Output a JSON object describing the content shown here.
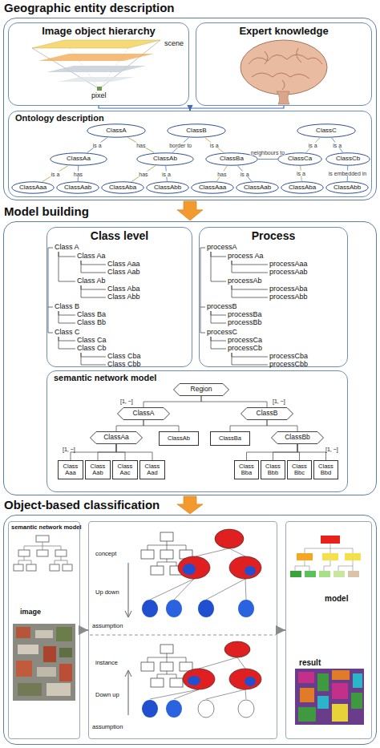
{
  "diagram": {
    "nodes": [
      {
        "text": [
          "Geographic entity description"
        ]
      },
      {
        "text": [
          "Image object hierarchy"
        ],
        "in": 0
      },
      {
        "text": [
          "Expert knowledge"
        ],
        "in": 0
      },
      {
        "text": [
          "Ontology description"
        ],
        "in": 0
      },
      {
        "text": [
          "ClassA"
        ],
        "in": 3
      },
      {
        "text": [
          "ClassB"
        ],
        "in": 3
      },
      {
        "text": [
          "ClassC"
        ],
        "in": 3
      },
      {
        "text": [
          "ClassAa"
        ],
        "in": 3
      },
      {
        "text": [
          "ClassAb"
        ],
        "in": 3
      },
      {
        "text": [
          "ClassBa"
        ],
        "in": 3
      },
      {
        "text": [
          "ClassCa"
        ],
        "in": 3
      },
      {
        "text": [
          "ClassCb"
        ],
        "in": 3
      },
      {
        "text": [
          "ClassAaa"
        ],
        "in": 3
      },
      {
        "text": [
          "ClassAab"
        ],
        "in": 3
      },
      {
        "text": [
          "ClassAba"
        ],
        "in": 3
      },
      {
        "text": [
          "ClassAbb"
        ],
        "in": 3
      },
      {
        "text": [
          "ClassAaa"
        ],
        "in": 3
      },
      {
        "text": [
          "ClassAab"
        ],
        "in": 3
      },
      {
        "text": [
          "ClassAba"
        ],
        "in": 3
      },
      {
        "text": [
          "ClassAbb"
        ],
        "in": 3
      },
      {
        "text": [
          "Model building"
        ]
      },
      {
        "text": [
          "Class level"
        ],
        "in": 20
      },
      {
        "text": [
          "Process"
        ],
        "in": 20
      },
      {
        "text": [
          "semantic network model"
        ],
        "in": 20
      },
      {
        "text": [
          "Region"
        ],
        "in": 23
      },
      {
        "text": [
          "ClassA"
        ],
        "in": 23
      },
      {
        "text": [
          "ClassB"
        ],
        "in": 23
      },
      {
        "text": [
          "ClassAa"
        ],
        "in": 23
      },
      {
        "text": [
          "ClassAb"
        ],
        "in": 23
      },
      {
        "text": [
          "ClassBa"
        ],
        "in": 23
      },
      {
        "text": [
          "ClassBb"
        ],
        "in": 23
      },
      {
        "text": [
          "Class Aaa"
        ],
        "in": 23
      },
      {
        "text": [
          "Class Aab"
        ],
        "in": 23
      },
      {
        "text": [
          "Class Aac"
        ],
        "in": 23
      },
      {
        "text": [
          "Class Aad"
        ],
        "in": 23
      },
      {
        "text": [
          "Class Bba"
        ],
        "in": 23
      },
      {
        "text": [
          "Class Bbb"
        ],
        "in": 23
      },
      {
        "text": [
          "Class Bbc"
        ],
        "in": 23
      },
      {
        "text": [
          "Class Bbd"
        ],
        "in": 23
      },
      {
        "text": [
          "Object-based classification"
        ]
      },
      {
        "text": [
          "semantic network model",
          "image"
        ],
        "in": 39
      },
      {
        "text": [
          "concept",
          "Up down",
          "assumption",
          "instance",
          "Down up",
          "assumption"
        ],
        "in": 39
      },
      {
        "text": [
          "model",
          "result"
        ],
        "in": 39
      }
    ],
    "edges": [
      {
        "from": 0,
        "to": 20,
        "arrow": "to"
      },
      {
        "from": 20,
        "to": 39,
        "arrow": "to"
      },
      {
        "from": 1,
        "to": 3,
        "arrow": "to"
      },
      {
        "from": 2,
        "to": 3,
        "arrow": "to"
      },
      {
        "from": 7,
        "to": 4,
        "label": "is a",
        "arrow": "none"
      },
      {
        "from": 8,
        "to": 4,
        "label": "has",
        "arrow": "none"
      },
      {
        "from": 8,
        "to": 5,
        "label": "border to",
        "arrow": "none"
      },
      {
        "from": 9,
        "to": 5,
        "label": "is a",
        "arrow": "none"
      },
      {
        "from": 9,
        "to": 10,
        "label": "neighbours to",
        "arrow": "none"
      },
      {
        "from": 10,
        "to": 6,
        "label": "is a",
        "arrow": "none"
      },
      {
        "from": 11,
        "to": 6,
        "label": "is a",
        "arrow": "none"
      },
      {
        "from": 12,
        "to": 7,
        "label": "is a",
        "arrow": "none"
      },
      {
        "from": 13,
        "to": 7,
        "label": "has",
        "arrow": "none"
      },
      {
        "from": 14,
        "to": 8,
        "label": "has",
        "arrow": "none"
      },
      {
        "from": 15,
        "to": 8,
        "label": "is a",
        "arrow": "none"
      },
      {
        "from": 16,
        "to": 9,
        "label": "has",
        "arrow": "none"
      },
      {
        "from": 17,
        "to": 9,
        "label": "is a",
        "arrow": "none"
      },
      {
        "from": 18,
        "to": 10,
        "label": "is a",
        "arrow": "none"
      },
      {
        "from": 19,
        "to": 11,
        "label": "is embedded in",
        "arrow": "none"
      },
      {
        "from": 24,
        "to": 25,
        "arrow": "none"
      },
      {
        "from": 24,
        "to": 26,
        "arrow": "none"
      },
      {
        "from": 25,
        "to": 27,
        "arrow": "none"
      },
      {
        "from": 25,
        "to": 28,
        "arrow": "none"
      },
      {
        "from": 26,
        "to": 29,
        "arrow": "none"
      },
      {
        "from": 26,
        "to": 30,
        "arrow": "none"
      },
      {
        "from": 27,
        "to": 31,
        "arrow": "none"
      },
      {
        "from": 27,
        "to": 32,
        "arrow": "none"
      },
      {
        "from": 27,
        "to": 33,
        "arrow": "none"
      },
      {
        "from": 27,
        "to": 34,
        "arrow": "none"
      },
      {
        "from": 30,
        "to": 35,
        "arrow": "none"
      },
      {
        "from": 30,
        "to": 36,
        "arrow": "none"
      },
      {
        "from": 30,
        "to": 37,
        "arrow": "none"
      },
      {
        "from": 30,
        "to": 38,
        "arrow": "none"
      },
      {
        "from": 40,
        "to": 41,
        "arrow": "to"
      },
      {
        "from": 41,
        "to": 42,
        "arrow": "to"
      }
    ],
    "labels": [
      "scene",
      "pixel",
      "Class A",
      "Class Aa",
      "Class Aaa",
      "Class Aab",
      "Class Ab",
      "Class Aba",
      "Class Abb",
      "Class B",
      "Class Ba",
      "Class Bb",
      "Class C",
      "Class Ca",
      "Class Cb",
      "Class Cba",
      "Class Cbb",
      "processA",
      "process Aa",
      "processAaa",
      "processAab",
      "processAb",
      "processAba",
      "processAbb",
      "processB",
      "processBa",
      "processBb",
      "processC",
      "processCa",
      "processCb",
      "processCba",
      "processCbb",
      "[1, ~]",
      "[1, ~]",
      "[1, ~]",
      "[1, ~]"
    ]
  }
}
